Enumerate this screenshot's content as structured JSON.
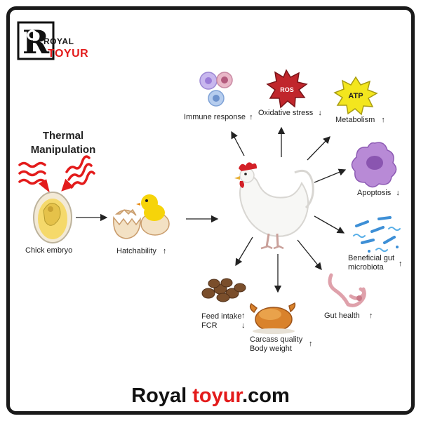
{
  "logo": {
    "mark": "R",
    "word_top": "ROYAL",
    "word_bottom": "TOYUR"
  },
  "title": {
    "line1": "Thermal",
    "line2": "Manipulation"
  },
  "nodes": {
    "chick_embryo": "Chick embryo",
    "hatchability": "Hatchability",
    "immune_response": "Immune response",
    "oxidative_stress": "Oxidative stress",
    "metabolism": "Metabolism",
    "apoptosis": "Apoptosis",
    "beneficial_gut_line1": "Beneficial gut",
    "beneficial_gut_line2": "microbiota",
    "gut_health": "Gut health",
    "carcass_line1": "Carcass quality",
    "carcass_line2": "Body weight",
    "feed_intake": "Feed intake",
    "fcr": "FCR"
  },
  "badges": {
    "ros": "ROS",
    "atp": "ATP"
  },
  "footer": {
    "part1": "Royal ",
    "part2": "toyur",
    "part3": ".com"
  },
  "arrows": {
    "up": "↑",
    "down": "↓"
  },
  "colors": {
    "accent_red": "#e31b1b",
    "frame": "#1a1a1a",
    "ros": "#c0262c",
    "atp": "#f3e61e",
    "cell_purple": "#b88ad6"
  }
}
